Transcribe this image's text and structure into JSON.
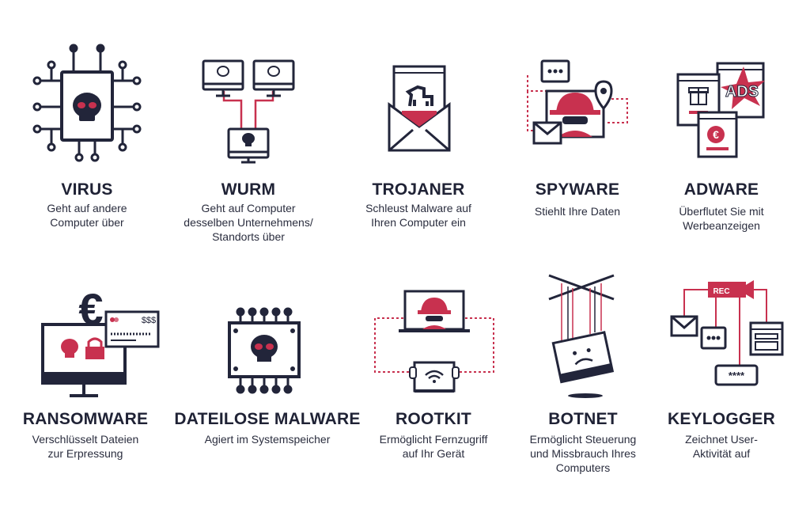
{
  "colors": {
    "navy": "#22253a",
    "accent": "#c8314f",
    "background": "#ffffff"
  },
  "cards": [
    {
      "id": "virus",
      "icon": "virus-chip-skull-icon",
      "title": "VIRUS",
      "description": [
        "Geht auf andere",
        "Computer über"
      ]
    },
    {
      "id": "wurm",
      "icon": "worm-network-monitors-icon",
      "title": "WURM",
      "description": [
        "Geht auf Computer",
        "desselben Unternehmens/",
        "Standorts über"
      ]
    },
    {
      "id": "trojaner",
      "icon": "trojan-horse-envelope-icon",
      "title": "TROJANER",
      "description": [
        "Schleust Malware auf",
        "Ihren Computer ein"
      ]
    },
    {
      "id": "spyware",
      "icon": "spy-agent-icon",
      "title": "SPYWARE",
      "description": [
        "Stiehlt Ihre Daten"
      ]
    },
    {
      "id": "adware",
      "icon": "ads-windows-icon",
      "title": "ADWARE",
      "description": [
        "Überflutet Sie mit",
        "Werbeanzeigen"
      ]
    },
    {
      "id": "ransomware",
      "icon": "ransom-monitor-lock-icon",
      "title": "RANSOMWARE",
      "description": [
        "Verschlüsselt Dateien",
        "zur Erpressung"
      ]
    },
    {
      "id": "dateilose",
      "icon": "memory-chip-skull-icon",
      "title": "DATEILOSE MALWARE",
      "description": [
        "Agiert im Systemspeicher"
      ]
    },
    {
      "id": "rootkit",
      "icon": "rootkit-laptop-spy-icon",
      "title": "ROOTKIT",
      "description": [
        "Ermöglicht Fernzugriff",
        "auf Ihr Gerät"
      ]
    },
    {
      "id": "botnet",
      "icon": "puppet-monitor-icon",
      "title": "BOTNET",
      "description": [
        "Ermöglicht Steuerung",
        "und Missbrauch Ihres",
        "Computers"
      ]
    },
    {
      "id": "keylogger",
      "icon": "keylogger-recorder-icon",
      "title": "KEYLOGGER",
      "description": [
        "Zeichnet User-",
        "Aktivität auf"
      ]
    }
  ],
  "icon_text": {
    "ads": "ADS",
    "rec": "REC",
    "dollars": "$$$",
    "password": "****",
    "euro": "€"
  }
}
